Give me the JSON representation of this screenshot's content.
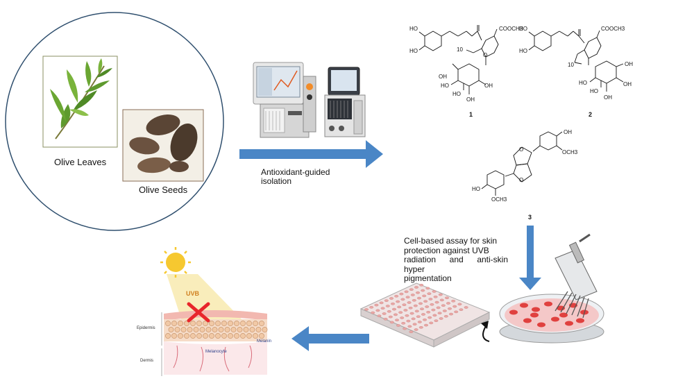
{
  "source": {
    "leaves_label": "Olive Leaves",
    "seeds_label": "Olive Seeds"
  },
  "isolation": {
    "label_line1": "Antioxidant-guided",
    "label_line2": "isolation"
  },
  "compounds": {
    "c1": "1",
    "c2": "2",
    "c3": "3",
    "ester": "COOCH3",
    "methoxy": "OCH3"
  },
  "assay": {
    "line1": "Cell-based assay for skin",
    "line2": "protection against UVB",
    "line3": "radiation and anti-skin hyper",
    "line4": "pigmentation"
  },
  "skin": {
    "uvb": "UVB",
    "epidermis": "Epidermis",
    "dermis": "Dermis",
    "melanin": "Melanin",
    "melanocyte": "Melanocyte"
  },
  "colors": {
    "arrow_blue": "#4a86c6",
    "uv_yellow": "#f6c830",
    "cross_red": "#e8262b",
    "plate_pink": "#e9a7a5",
    "dish_red": "#e0413f"
  }
}
